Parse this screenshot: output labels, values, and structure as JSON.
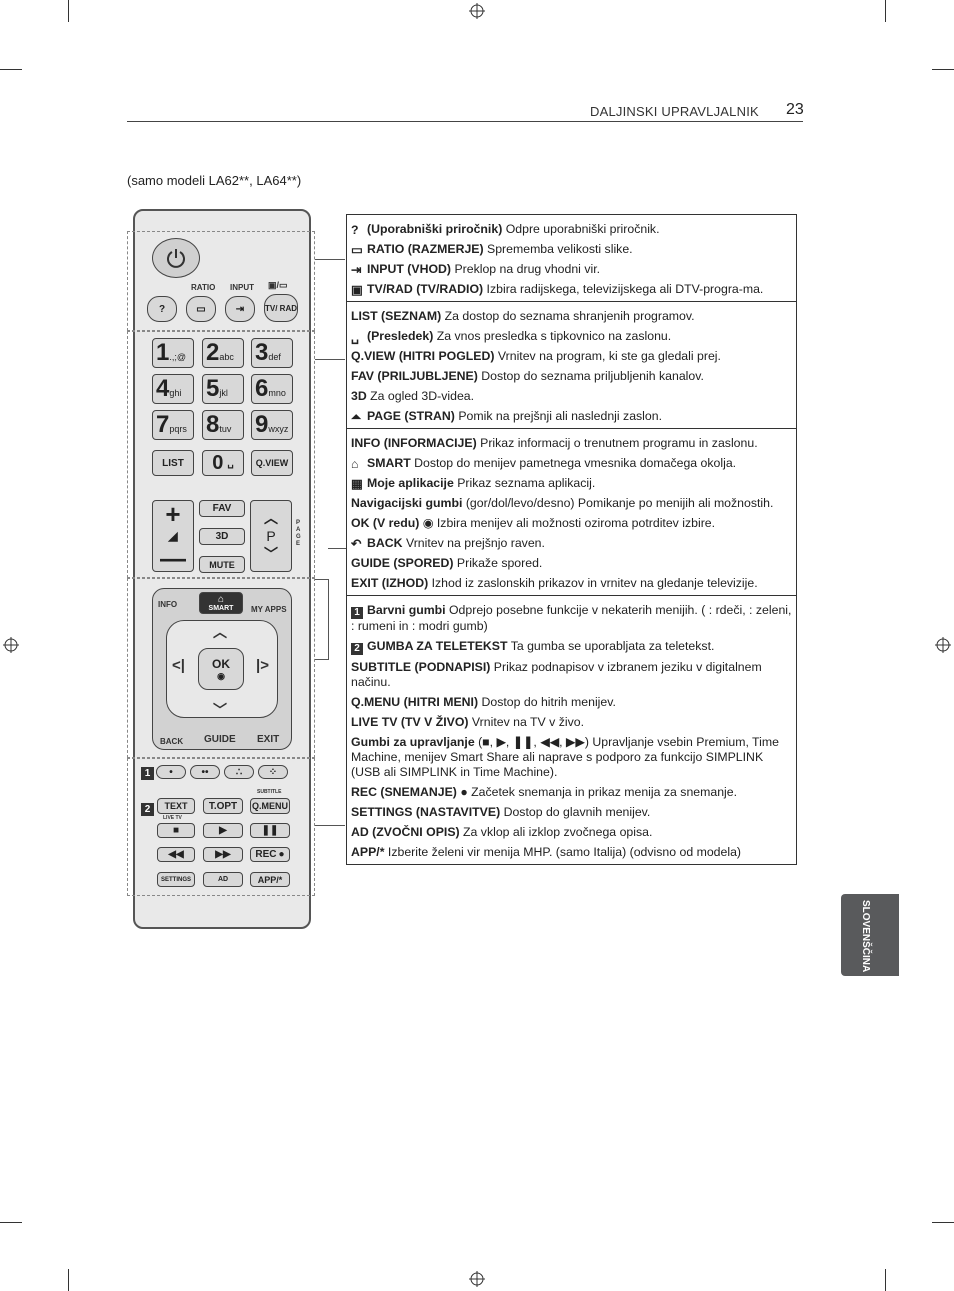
{
  "header": {
    "section_title": "DALJINSKI UPRAVLJALNIK",
    "page_number": "23"
  },
  "subtitle": "(samo modeli LA62**, LA64**)",
  "side_tab": "SLOVENŠČINA",
  "remote": {
    "ratio": "RATIO",
    "input": "INPUT",
    "tv_rad": "TV/ RAD",
    "keys": [
      {
        "d": "1",
        "l": ".,;@"
      },
      {
        "d": "2",
        "l": "abc"
      },
      {
        "d": "3",
        "l": "def"
      },
      {
        "d": "4",
        "l": "ghi"
      },
      {
        "d": "5",
        "l": "jkl"
      },
      {
        "d": "6",
        "l": "mno"
      },
      {
        "d": "7",
        "l": "pqrs"
      },
      {
        "d": "8",
        "l": "tuv"
      },
      {
        "d": "9",
        "l": "wxyz"
      }
    ],
    "list": "LIST",
    "zero": "0",
    "qview": "Q.VIEW",
    "fav": "FAV",
    "three_d": "3D",
    "mute": "MUTE",
    "page_letters": "P A G E",
    "p": "P",
    "info": "INFO",
    "smart": "SMART",
    "my_apps": "MY APPS",
    "ok": "OK",
    "back": "BACK",
    "guide": "GUIDE",
    "exit": "EXIT",
    "text": "TEXT",
    "topt": "T.OPT",
    "qmenu": "Q.MENU",
    "subtitle": "SUBTITLE",
    "live_tv": "LIVE TV",
    "rec": "REC",
    "settings": "SETTINGS",
    "ad": "AD",
    "app": "APP/*",
    "badge1": "1",
    "badge2": "2"
  },
  "sections": [
    {
      "rows": [
        {
          "bold": "(Uporabniški priročnik)",
          "text": " Odpre uporabniški priročnik.",
          "icon": "help-icon"
        },
        {
          "bold": "RATIO (RAZMERJE)",
          "text": " Sprememba velikosti slike.",
          "icon": "ratio-icon"
        },
        {
          "bold": "INPUT (VHOD)",
          "text": " Preklop na drug vhodni vir.",
          "icon": "input-icon"
        },
        {
          "bold": "TV/RAD (TV/RADIO)",
          "text": " Izbira radijskega, televizijskega ali DTV-progra-ma.",
          "icon": "tv-radio-icon"
        }
      ]
    },
    {
      "rows": [
        {
          "bold": "LIST (SEZNAM)",
          "text": " Za dostop do seznama shranjenih programov."
        },
        {
          "bold": "(Presledek)",
          "text": " Za vnos presledka s tipkovnico na zaslonu.",
          "icon": "space-icon"
        },
        {
          "bold": "Q.VIEW (HITRI POGLED)",
          "text": " Vrnitev na program, ki ste ga gledali prej."
        },
        {
          "bold": "FAV (PRILJUBLJENE)",
          "text": " Dostop do seznama priljubljenih kanalov."
        },
        {
          "bold": "3D",
          "text": " Za ogled 3D-videa."
        },
        {
          "bold": "PAGE (STRAN)",
          "text": " Pomik na prejšnji ali naslednji zaslon.",
          "icon": "page-icon"
        }
      ]
    },
    {
      "rows": [
        {
          "bold": "INFO (INFORMACIJE)",
          "text": " Prikaz informacij o trenutnem programu in zaslonu."
        },
        {
          "bold": "SMART",
          "text": " Dostop do menijev pametnega vmesnika domačega okolja.",
          "icon": "home-icon"
        },
        {
          "bold": "Moje aplikacije",
          "text": " Prikaz seznama aplikacij.",
          "icon": "apps-icon"
        },
        {
          "bold": "Navigacijski gumbi",
          "text": " (gor/dol/levo/desno) Pomikanje po menijih ali možnostih."
        },
        {
          "bold": "OK (V redu)",
          "text": " ◉ Izbira menijev ali možnosti oziroma potrditev izbire."
        },
        {
          "bold": "BACK",
          "text": " Vrnitev na prejšnjo raven.",
          "icon": "back-icon"
        },
        {
          "bold": "GUIDE (SPORED)",
          "text": " Prikaže spored."
        },
        {
          "bold": "EXIT (IZHOD)",
          "text": "  Izhod iz zaslonskih prikazov in vrnitev na gledanje televizije."
        }
      ]
    },
    {
      "rows": [
        {
          "bold": "Barvni gumbi",
          "text": " Odprejo posebne funkcije v nekaterih menijih. ( : rdeči,  : zeleni,  : rumeni in  : modri gumb)",
          "badge": "1"
        },
        {
          "bold": "GUMBA ZA TELETEKST",
          "text": " Ta gumba se uporabljata za teletekst.",
          "badge": "2"
        },
        {
          "bold": "SUBTITLE (PODNAPISI)",
          "text": " Prikaz podnapisov v izbranem jeziku v digitalnem načinu."
        },
        {
          "bold": "Q.MENU (HITRI MENI)",
          "text": " Dostop do hitrih menijev."
        },
        {
          "bold": "LIVE TV (TV V ŽIVO)",
          "text": " Vrnitev na TV v živo."
        },
        {
          "bold": "Gumbi za upravljanje",
          "text": " (■, ▶, ❚❚, ◀◀, ▶▶) Upravljanje vsebin Premium, Time Machine, menijev Smart Share ali naprave s podporo za funkcijo SIMPLINK (USB ali SIMPLINK in Time Machine)."
        },
        {
          "bold": "REC (SNEMANJE)",
          "text": " ● Začetek snemanja in prikaz menija za snemanje."
        },
        {
          "bold": "SETTINGS (NASTAVITVE)",
          "text": " Dostop do glavnih menijev."
        },
        {
          "bold": "AD (ZVOČNI OPIS)",
          "text": " Za vklop ali izklop zvočnega opisa."
        },
        {
          "bold": "APP/*",
          "text": " Izberite želeni vir menija MHP. (samo Italija) (odvisno od modela)"
        }
      ]
    }
  ]
}
